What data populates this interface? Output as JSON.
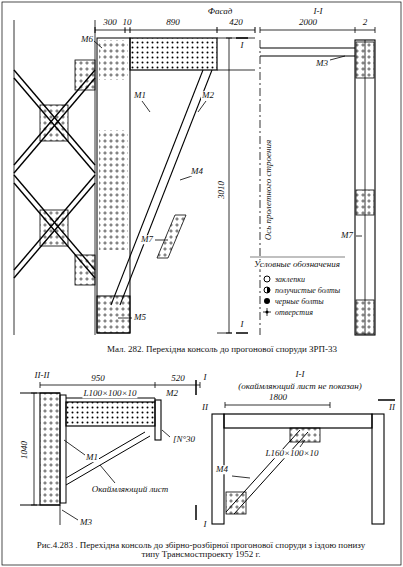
{
  "diagram": {
    "caption": "Мал. 282. Перехідна консоль до прогонової споруди ЗРП-33",
    "labels": [
      "Фасад",
      "I",
      "I",
      "300",
      "10",
      "890",
      "420",
      "M6",
      "M1",
      "M2",
      "M4",
      "M7",
      "M5",
      "3010",
      "I-I",
      "2000",
      "2",
      "M3",
      "M7",
      "Ось пролетного строения",
      "Условные обозначения",
      "II-II",
      "950",
      "520",
      "I",
      "L100×100×10",
      "M2",
      "1040",
      "M1",
      "[N°30",
      "Окаймляющий лист",
      "M3",
      "I-I",
      "(окаймляющий лист не показан)",
      "1800",
      "II",
      "II",
      "M4",
      "L160×100×10",
      "I",
      "Рис.4.283 . Перехідна консоль до збірно-розбірної прогонової споруди з іздою понизу типу Трансмостпроекту 1952 г."
    ],
    "legend": [
      {
        "text": "заклепки"
      },
      {
        "text": "получистые болты"
      },
      {
        "text": "черные болты"
      },
      {
        "text": "отверстия"
      }
    ]
  }
}
